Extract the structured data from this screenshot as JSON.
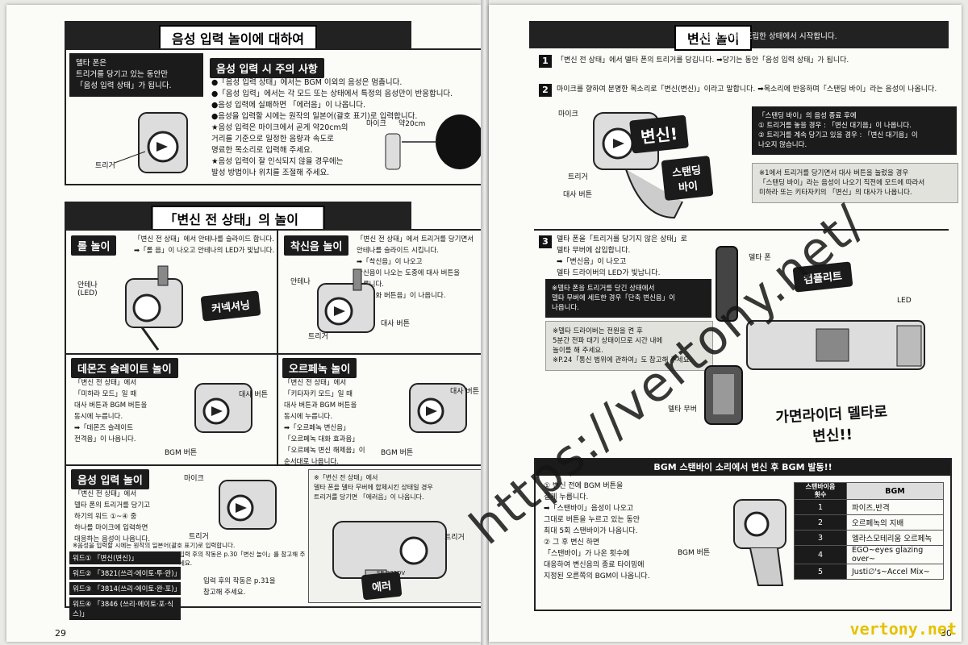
{
  "left": {
    "page_number": "29",
    "sec1": {
      "title": "음성 입력 놀이에 대하여",
      "intro": "델타 폰은\n트리거를 당기고 있는 동안만\n「음성 입력 상태」가 됩니다.",
      "trigger_label": "트리거",
      "caution_title": "음성 입력 시 주의 사항",
      "caution_text": "●「음성 입력 상태」에서는 BGM 이외의 음성은 멈춥니다.\n●「음성 입력」에서는 각 모드 또는 상태에서 특정의 음성만이 반응합니다.\n●음성 입력에 실패하면 「에러음」이 나옵니다.\n●음성을 입력할 시에는 원작의 일본어(괄호 표기)로 입력합니다.\n★음성 입력은 마이크에서 곧게 약20cm의\n  거리를 기준으로 일정한 음량과 속도로\n  명료한 목소리로 입력해 주세요.\n★음성 입력이 잘 인식되지 않을 경우에는\n  발성 방법이나 위치를 조절해 주세요.",
      "mic_label": "마이크",
      "distance_label": "약20cm"
    },
    "sec2": {
      "title": "「변신 전 상태」의 놀이 방법",
      "roll": {
        "tag": "롤 놀이",
        "text": "「변신 전 상태」에서 안테나를 슬라이드 합니다.\n➡「롤 음」이 나오고 안테나의 LED가 빛납니다.",
        "antenna_label": "안테나\n(LED)",
        "burst": "커넥셔닝"
      },
      "ring": {
        "tag": "착신음 놀이",
        "text": "「변신 전 상태」에서 트리거를 당기면서\n안테나를 슬라이드 시킵니다.\n➡「착신음」이 나오고\n착신음이 나오는 도중에 대사 버튼을\n누릅니다.\n➡「통화 버튼음」이 나옵니다.",
        "antenna_label": "안테나",
        "speech_label": "대사 버튼",
        "trigger_label": "트리거"
      },
      "demons": {
        "tag": "데몬즈 슬레이트 놀이",
        "text": "「변신 전 상태」에서\n「미하라 모드」일 때\n대사 버튼과 BGM 버튼을\n동시에 누릅니다.\n➡「데몬즈 슬레이트\n  전격음」이 나옵니다.",
        "speech_label": "대사 버튼",
        "bgm_label": "BGM 버튼"
      },
      "orphenoch": {
        "tag": "오르페녹 놀이",
        "text": "「변신 전 상태」에서\n「키타자키 모드」일 때\n대사 버튼과 BGM 버튼을\n동시에 누릅니다.\n➡「오르페녹 변신음」\n「오르페녹 대화 효과음」\n「오르페녹 변신 해제음」이\n순서대로 나옵니다.",
        "speech_label": "대사 버튼",
        "bgm_label": "BGM 버튼"
      },
      "voice": {
        "tag": "음성 입력 놀이",
        "text": "「변신 전 상태」에서\n델타 폰의 트리거를 당기고\n하기의 워드 ①~④ 중\n하나를 마이크에 입력하면\n대응하는 음성이 나옵니다.",
        "mic_label": "마이크",
        "trigger_label": "트리거",
        "note": "※음성을 입력할 시에는 원작의 일본어(괄호 표기)로 입력합니다.",
        "words": [
          "워드① 「변신(변신)」",
          "워드② 「3821(쓰리·에이토·투·완)」",
          "워드③ 「3814(쓰리·에이토·완·포)」",
          "워드④ 「3846 (쓰리·에이토·포·식스)」"
        ],
        "word1_note": "입력 후의 작동은 p.30「변신 놀이」를 참고해 주세요.",
        "word234_note": "입력 후의 작동은 p.31을\n참고해 주세요."
      },
      "error": {
        "text": "※「변신 전 상태」에서\n  델타 폰을 델타 무버에 합체시킨 상태일 경우\n  트리거를 당기면 「에러음」이 나옵니다.",
        "trigger_label": "트리거",
        "burst": "에러",
        "model": "SB-333DV"
      }
    }
  },
  "right": {
    "page_number": "30",
    "title": "변신 놀이",
    "subtitle": "※델타 기어를 조립한 상태에서 시작합니다.",
    "step1": {
      "num": "1",
      "text": "「변신 전 상태」에서 델타 폰의 트리거를 당깁니다. ➡당기는 동안「음성 입력 상태」가 됩니다."
    },
    "step2": {
      "num": "2",
      "text": "마이크를 향하여 분명한 목소리로「변신(변신)」이라고 말합니다. ➡목소리에 반응하며「스탠딩 바이」라는 음성이 나옵니다.",
      "mic_label": "마이크",
      "trigger_label": "트리거",
      "speech_label": "대사 버튼",
      "burst1": "변신!",
      "burst2": "스탠딩\n바이",
      "note": "「스탠딩 바이」의 음성 종료 후에\n① 트리거를 놓을 경우 : 「변신 대기음」이 나옵니다.\n② 트리거를 계속 당기고 있을 경우 : 「변신 대기음」이\n                                     나오지 않습니다.",
      "note2": "※1에서 트리거를 당기면서 대사 버튼을 눌렀을 경우\n「스탠딩 바이」라는 음성이 나오기 직전에 모드에 따라서\n미하라 또는 키타자키의 「변신」의 대사가 나옵니다."
    },
    "step3": {
      "num": "3",
      "text": "델타 폰을「트리거를 당기지 않은 상태」로\n델타 무버에 삽입합니다.\n➡「변신음」이 나오고\n  델타 드라이버의 LED가 빛납니다.",
      "note": "※델타 폰을 트리거를 당긴 상태에서\n델타 무버에 세트한 경우「단축 변신음」이\n나옵니다.",
      "note2": "※델타 드라이버는 전원을 켠 후\n5분간 전파 대기 상태이므로 시간 내에\n놀이를 해 주세요.\n※P.24「통신 범위에 관하여」도 참고해 주세요.",
      "phone_label": "델타 폰",
      "mover_label": "델타 무버",
      "led_label": "LED",
      "burst": "컴플리트",
      "headline": "가면라이더 델타로\n변신!!"
    },
    "bgm": {
      "title": "BGM 스탠바이 소리에서 변신 후 BGM 발동!!",
      "text": "① 변신 전에 BGM 버튼을\n   길게 누릅니다.\n➡「스탠바이」음성이 나오고\n   그대로 버튼을 누르고 있는 동안\n   최대 5회 스탠바이가 나옵니다.\n② 그 후 변신 하면\n「스탠바이」가 나온 횟수에\n대응하여 변신음의 종료 타이밍에\n지정된 오른쪽의 BGM이 나옵니다.",
      "bgm_label": "BGM 버튼",
      "table_header_count": "스탠바이음\n횟수",
      "table_header_bgm": "BGM",
      "rows": [
        {
          "n": "1",
          "bgm": "파이즈,반격"
        },
        {
          "n": "2",
          "bgm": "오르페녹의 지배"
        },
        {
          "n": "3",
          "bgm": "엘라스모테리움 오르페녹"
        },
        {
          "n": "4",
          "bgm": "EGO~eyes glazing over~"
        },
        {
          "n": "5",
          "bgm": "Justi∅'s~Accel Mix~"
        }
      ]
    }
  },
  "watermark": "https://vertony.net/",
  "watermark2": "vertony.net"
}
